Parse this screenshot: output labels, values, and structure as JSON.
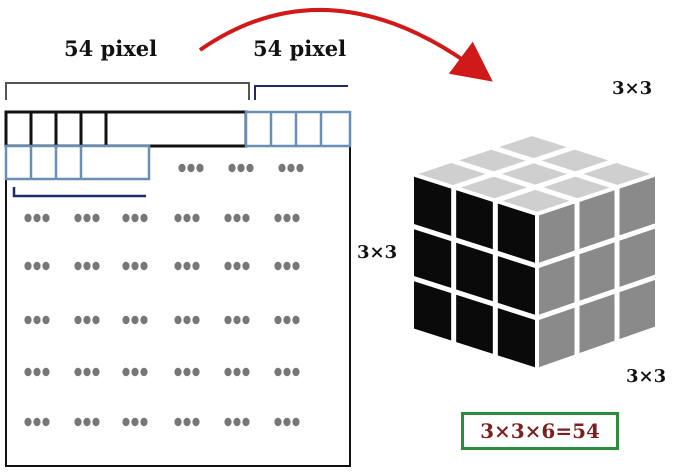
{
  "labels": {
    "left_width": "54 pixel",
    "right_width": "54 pixel",
    "cube_top": "3×3",
    "cube_left": "3×3",
    "cube_right": "3×3"
  },
  "formula": "3×3×6=54",
  "colors": {
    "arrow": "#d01a1a",
    "frame_blue": "#6a8fb5",
    "bracket_navy": "#1f2a66",
    "formula_border": "#2e8b3c",
    "formula_text": "#7b1f1f",
    "cube_top": "#cfcfcf",
    "cube_front": "#0a0a0a",
    "cube_side": "#8a8a8a"
  }
}
